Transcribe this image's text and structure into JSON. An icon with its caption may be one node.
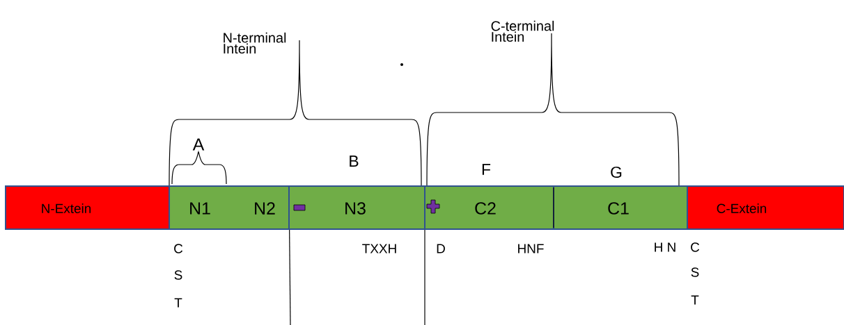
{
  "diagram": {
    "nodes": [
      {
        "text": [
          "N-Extein"
        ]
      },
      {
        "text": [
          "N1",
          "N2"
        ]
      },
      {
        "text": [
          "N3"
        ]
      },
      {
        "text": [
          "C2"
        ]
      },
      {
        "text": [
          "C1"
        ]
      },
      {
        "text": [
          "C-Extein"
        ]
      }
    ],
    "labels": [
      "N-terminal Intein",
      "C-terminal Intein",
      "A",
      "B",
      "F",
      "G",
      "C",
      "TXXH",
      "D",
      "HNF",
      "H N",
      "C",
      "S",
      "S",
      "T",
      "T"
    ]
  }
}
